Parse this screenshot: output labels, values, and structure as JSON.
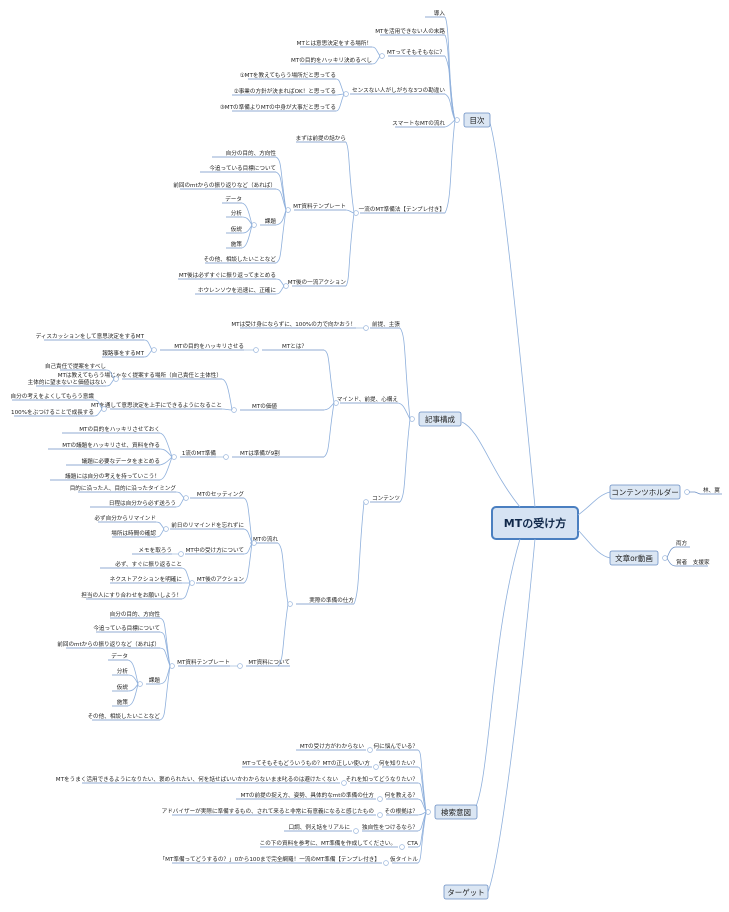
{
  "root": "MTの受け方",
  "hubs": {
    "mokuji": "目次",
    "kiji": "記事構成",
    "content_holder": "コンテンツホルダー",
    "bunsho": "文章or動画",
    "kensaku": "検索意図",
    "target": "ターゲット"
  },
  "right_side": {
    "content_holder_child": "林、翼",
    "bunsho_children": [
      "両方",
      "賞者　支援家"
    ]
  },
  "mokuji": {
    "items": [
      "導入",
      "MTを活用できない人の末路",
      "MTってそもそもなに？",
      "センスない人がしがちな3つの勘違い",
      "スマートなMTの流れ",
      "一流のMT準備法【テンプレ付き】"
    ],
    "mt_nani_children": [
      "MTとは意思決定をする場所！",
      "MTの目的をハッキリ決めるべし"
    ],
    "sense_children": [
      "①MTを教えてもらう場所だと思ってる",
      "②事業の方針が決まればOK！と思ってる",
      "③MTの準備よりMTの中身が大事だと思ってる"
    ],
    "prep_children": [
      "まずは前提の話から",
      "MT資料テンプレート",
      "MT後の一流アクション"
    ],
    "template_children": [
      "自分の目的、方向性",
      "今追っている目標について",
      "前回のmtからの振り返りなど（あれば）",
      "課題",
      "その他、相談したいことなど"
    ],
    "kadai_children": [
      "データ",
      "分析",
      "仮説",
      "施策"
    ],
    "after_children": [
      "MT後は必ずすぐに振り返ってまとめる",
      "ホウレンソウを迅速に、正確に"
    ]
  },
  "kiji": {
    "level1": [
      "前提、主張",
      "マインド、前提、心構え",
      "コンテンツ"
    ],
    "zentei_child": "MTは受け身にならずに、100%の力で向かおう！",
    "mind_children": [
      "MTとは？",
      "MTの価値",
      "MTは準備が9割"
    ],
    "mt_towa": "MTの目的をハッキリさせる",
    "mt_towa_children": [
      "ディスカッションをして意思決定をするMT",
      "報路事をするMT"
    ],
    "kachi_children": [
      "MTは教えてもらう場じゃなく提案する場所（自己責任と主体性）",
      "MTを通して意思決定を上手にできるようになること"
    ],
    "kachi_a_children": [
      "自己責任で提案をすべし",
      "主体的に望まないと価値はない"
    ],
    "kachi_b_children": [
      "自分の考えをよくしてもらう意識",
      "100%をぶつけることで成長する"
    ],
    "junbi": "1流のMT準備",
    "junbi_children": [
      "MTの目的をハッキリさせておく",
      "MTの議題をハッキリさせ、資料を作る",
      "議題に必要なデータをまとめる",
      "議題には自分の考えを持っていこう！"
    ],
    "content_children": [
      "実際の準備の仕方"
    ],
    "jissai_children": [
      "MTの流れ",
      "MT資料について"
    ],
    "flow_children": [
      "MTのセッティング",
      "前日のリマインドを忘れずに",
      "MT中の受け方について",
      "MT後のアクション"
    ],
    "setting_children": [
      "目的に沿った人、目的に沿ったタイミング",
      "日程は自分から必ず送ろう"
    ],
    "remind_children": [
      "必ず自分からリマインド",
      "場所は時間の確認"
    ],
    "during_child": "メモを取ろう",
    "after_children": [
      "必ず、すぐに振り返ること",
      "ネクストアクションを明確に",
      "担当の人にすり合わせをお願いしよう！"
    ],
    "doc_child": "MT資料テンプレート",
    "doc_template_children": [
      "自分の目的、方向性",
      "今追っている目標について",
      "前回のmtからの振り返りなど（あれば）",
      "課題",
      "その他、相談したいことなど"
    ],
    "doc_kadai_children": [
      "データ",
      "分析",
      "仮説",
      "施策"
    ]
  },
  "kensaku": {
    "rows": [
      {
        "q": "何に悩んでいる？",
        "a": "MTの受け方がわからない"
      },
      {
        "q": "何を知りたい？",
        "a": "MTってそもそもどういうもの？MTの正しい使い方"
      },
      {
        "q": "それを知ってどうなりたい？",
        "a": "MTをうまく活用できるようになりたい、褒められたい、何を話せばいいかわからないまま叱るのは避けたくない"
      },
      {
        "q": "何を教える？",
        "a": "MTの前提の捉え方、姿勢、具体的なmtの準備の仕方"
      },
      {
        "q": "その根拠は？",
        "a": "アドバイザーが実際に準備するもの、されて来ると非常に有意義になると感じたもの"
      },
      {
        "q": "独自性をつけるなら？",
        "a": "口調、例え話をリアルに"
      },
      {
        "q": "CTA",
        "a": "この下の資料を参考に、MT準備を作成してください。"
      },
      {
        "q": "仮タイトル",
        "a": "「MT準備ってどうするの？」0から100まで完全網羅！一流のMT準備【テンプレ付き】"
      }
    ]
  }
}
